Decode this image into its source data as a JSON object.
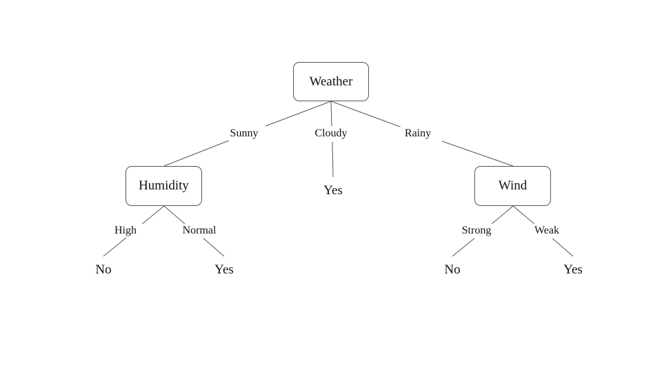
{
  "tree": {
    "root": {
      "label": "Weather"
    },
    "branches": [
      {
        "edge_label": "Sunny",
        "node": "Humidity"
      },
      {
        "edge_label": "Cloudy",
        "leaf": "Yes"
      },
      {
        "edge_label": "Rainy",
        "node": "Wind"
      }
    ],
    "humidity": {
      "label": "Humidity",
      "branches": [
        {
          "edge_label": "High",
          "leaf": "No"
        },
        {
          "edge_label": "Normal",
          "leaf": "Yes"
        }
      ]
    },
    "wind": {
      "label": "Wind",
      "branches": [
        {
          "edge_label": "Strong",
          "leaf": "No"
        },
        {
          "edge_label": "Weak",
          "leaf": "Yes"
        }
      ]
    }
  }
}
